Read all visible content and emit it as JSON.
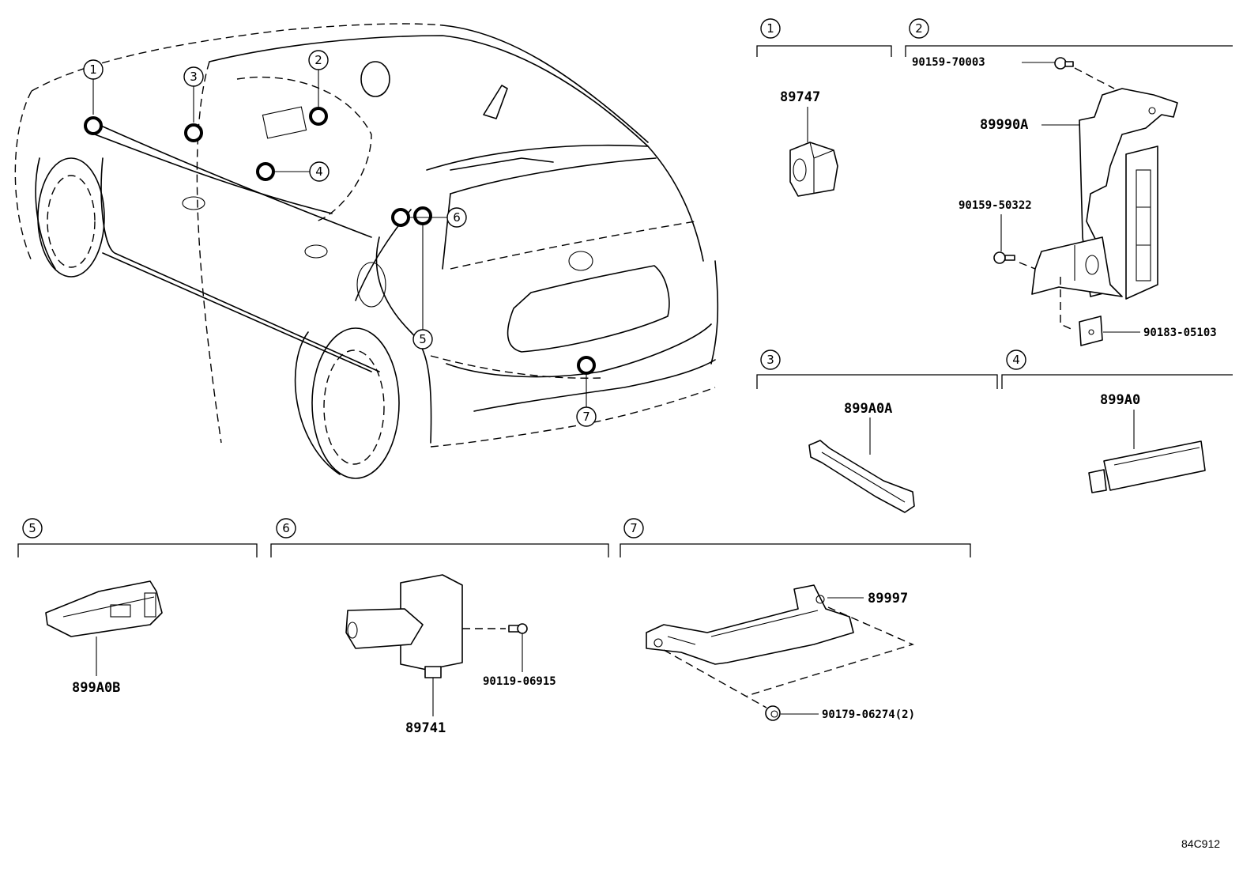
{
  "diagram": {
    "reference_code": "84C912",
    "overview_callouts": [
      "1",
      "2",
      "3",
      "4",
      "5",
      "6",
      "7"
    ],
    "groups": [
      {
        "id": "1",
        "parts": [
          {
            "number": "89747"
          }
        ]
      },
      {
        "id": "2",
        "parts": [
          {
            "number": "90159-70003"
          },
          {
            "number": "89990A"
          },
          {
            "number": "90159-50322"
          },
          {
            "number": "90183-05103"
          }
        ]
      },
      {
        "id": "3",
        "parts": [
          {
            "number": "899A0A"
          }
        ]
      },
      {
        "id": "4",
        "parts": [
          {
            "number": "899A0"
          }
        ]
      },
      {
        "id": "5",
        "parts": [
          {
            "number": "899A0B"
          }
        ]
      },
      {
        "id": "6",
        "parts": [
          {
            "number": "89741"
          },
          {
            "number": "90119-06915"
          }
        ]
      },
      {
        "id": "7",
        "parts": [
          {
            "number": "89997"
          },
          {
            "number": "90179-06274(2)"
          }
        ]
      }
    ]
  }
}
